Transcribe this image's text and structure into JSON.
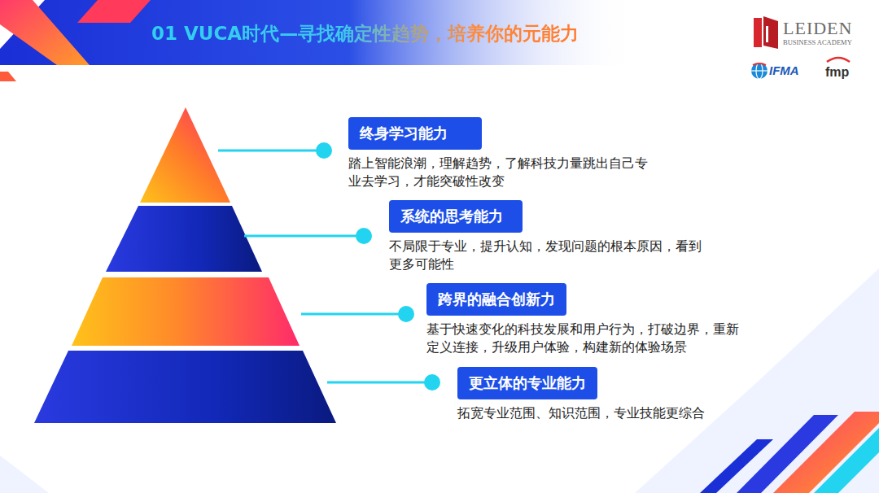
{
  "diagram": {
    "title": "01 VUCA时代—寻找确定性趋势，培养你的元能力",
    "nodes": [
      {
        "text": [
          "终身学习能力",
          "踏上智能浪潮，理解趋势，了解科技力量跳出自己专业去学习，才能突破性改变"
        ]
      },
      {
        "text": [
          "系统的思考能力",
          "不局限于专业，提升认知，发现问题的根本原因，看到更多可能性"
        ]
      },
      {
        "text": [
          "跨界的融合创新力",
          "基于快速变化的科技发展和用户行为，打破边界，重新定义连接，升级用户体验，构建新的体验场景"
        ]
      },
      {
        "text": [
          "更立体的专业能力",
          "拓宽专业范围、知识范围，专业技能更综合"
        ]
      }
    ],
    "labels": [
      "LEIDEN",
      "BUSINESS ACADEMY",
      "IFMA",
      "fmp"
    ]
  }
}
